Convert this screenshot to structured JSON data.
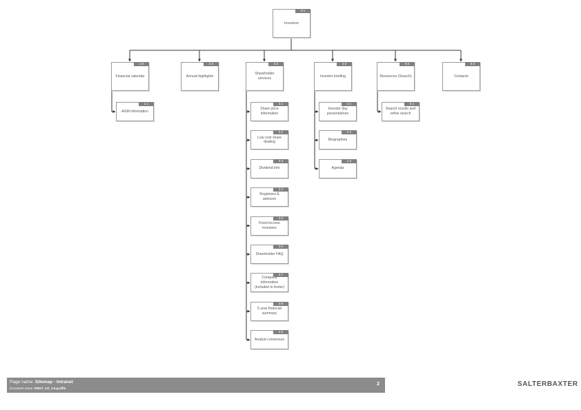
{
  "root": {
    "id": "0.1",
    "label": "Investors"
  },
  "sections": [
    {
      "id": "1.0",
      "label": "Financial calendar",
      "children": [
        {
          "id": "1.1",
          "label": "AGM information"
        }
      ]
    },
    {
      "id": "2.0",
      "label": "Annual highlights",
      "children": []
    },
    {
      "id": "3.0",
      "label": "Shareholder services",
      "children": [
        {
          "id": "3.1",
          "label": "Share price information"
        },
        {
          "id": "3.2",
          "label": "Low cost share dealing"
        },
        {
          "id": "3.3",
          "label": "Dividend info"
        },
        {
          "id": "3.4",
          "label": "Registrars & advisors"
        },
        {
          "id": "3.5",
          "label": "Fixed income investors"
        },
        {
          "id": "3.6",
          "label": "Shareholder FAQ"
        },
        {
          "id": "3.7",
          "label": "Company information (included in footer)"
        },
        {
          "id": "3.8",
          "label": "5 year financial summary"
        },
        {
          "id": "3.9",
          "label": "Analyst consensus"
        }
      ]
    },
    {
      "id": "4.0",
      "label": "Investor briefing",
      "children": [
        {
          "id": "4.1",
          "label": "Investor day presentations"
        },
        {
          "id": "4.2",
          "label": "Biographies"
        },
        {
          "id": "4.3",
          "label": "Agenda"
        }
      ]
    },
    {
      "id": "5.0",
      "label": "Resources (Search)",
      "children": [
        {
          "id": "5.1",
          "label": "Search results and refine search"
        }
      ]
    },
    {
      "id": "6.0",
      "label": "Contacts",
      "children": []
    }
  ],
  "footer": {
    "page_name_label": "Page name: ",
    "page_name": "Sitemap - Intranet",
    "doc_name_label": "Document name: ",
    "doc_name": "DMGT_UX_1.6.graffle",
    "page_number": "2"
  },
  "logo": "SALTERBAXTER",
  "colors": {
    "badge": "#808080",
    "footer": "#8c8c8c",
    "line": "#333333"
  }
}
